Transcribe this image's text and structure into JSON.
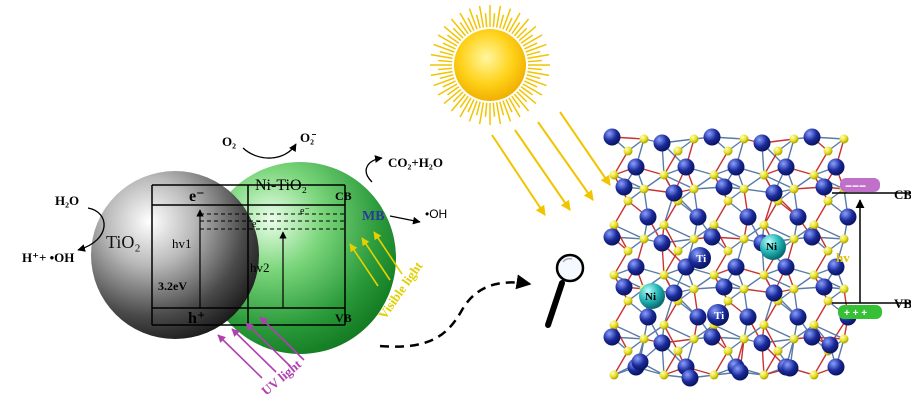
{
  "labels": {
    "h2o": "H₂O",
    "h_oh": "H⁺+ •OH",
    "tio2": "TiO₂",
    "ni_tio2": "Ni-TiO₂",
    "o2": "O₂",
    "o2_radical": "O₂̄",
    "co2_h2o": "CO₂+H₂O",
    "mb": "MB",
    "oh_radical": "•OH",
    "electron_tio2": "e⁻",
    "hole_tio2": "h⁺",
    "electron_small_1": "e⁻",
    "electron_small_2": "e⁻",
    "cb": "CB",
    "vb": "VB",
    "hv1": "hv1",
    "hv2": "hv2",
    "bandgap": "3.2eV",
    "uv_light": "UV light",
    "visible_light": "Visible light",
    "ti_1": "Ti",
    "ti_2": "Ti",
    "ni_1": "Ni",
    "ni_2": "Ni",
    "hv_right": "hv",
    "cb_right": "CB",
    "vb_right": "VB",
    "electron_signs": "−−−",
    "hole_signs": "+ + +"
  },
  "colors": {
    "tio2_sphere": "#3a3a3a",
    "ni_tio2_sphere": "#2fa84a",
    "sun": "#ffd21a",
    "sun_rays": "#f2c400",
    "uv_arrows": "#b040b0",
    "visible_arrows": "#e0e020",
    "mb_text": "#2b3a9a",
    "lattice_blue": "#1a2a9a",
    "lattice_yellow": "#e6e020",
    "lattice_ni": "#1fb0b0",
    "bond_red": "#c83232",
    "bond_blue": "#5a7aa8",
    "electron_box": "#b040b0",
    "hole_box": "#35c035",
    "hv_right": "#e0c000"
  },
  "icons": [
    "sun-icon",
    "magnifier-icon",
    "crystal-lattice-icon"
  ]
}
